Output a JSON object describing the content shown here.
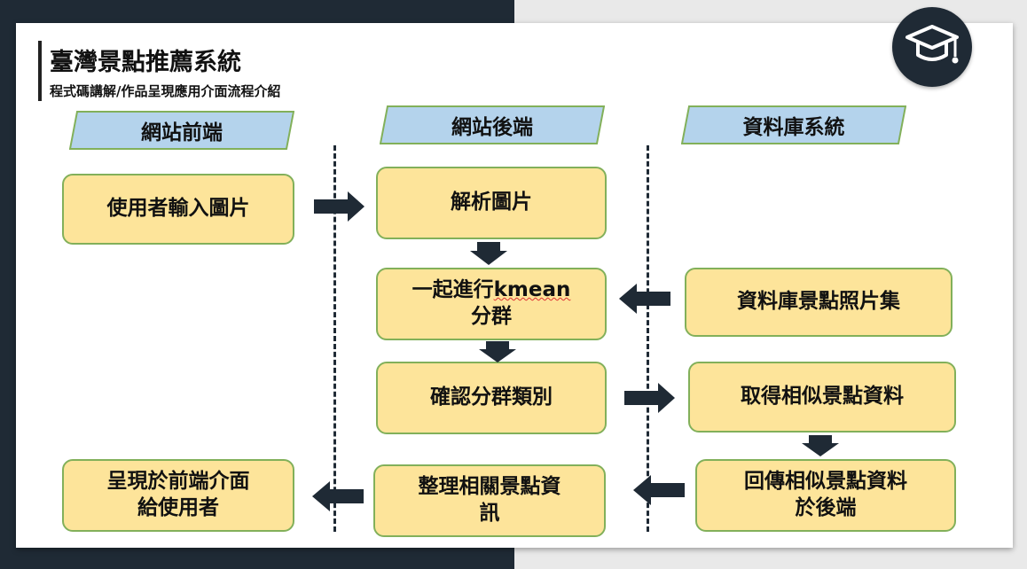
{
  "title": "臺灣景點推薦系統",
  "subtitle": "程式碼講解/作品呈現應用介面流程介紹",
  "logo_icon": "graduation-cap-icon",
  "lanes": {
    "frontend": "網站前端",
    "backend": "網站後端",
    "database": "資料庫系統"
  },
  "steps": {
    "user_input": "使用者輸入圖片",
    "parse_image": "解析圖片",
    "kmeans_line1_prefix": "一起進行",
    "kmeans_line1_word": "kmean",
    "kmeans_line2": "分群",
    "db_photos": "資料庫景點照片集",
    "confirm_cluster": "確認分群類別",
    "get_similar": "取得相似景點資料",
    "return_line1": "回傳相似景點資料",
    "return_line2": "於後端",
    "organize_line1": "整理相關景點資",
    "organize_line2": "訊",
    "present_line1": "呈現於前端介面",
    "present_line2": "給使用者"
  },
  "colors": {
    "step_fill": "#fde49a",
    "step_border": "#82b05a",
    "lane_fill": "#b4d3ec",
    "lane_border": "#82b05a",
    "arrow": "#1f2a35",
    "background_dark": "#1f2a35"
  }
}
